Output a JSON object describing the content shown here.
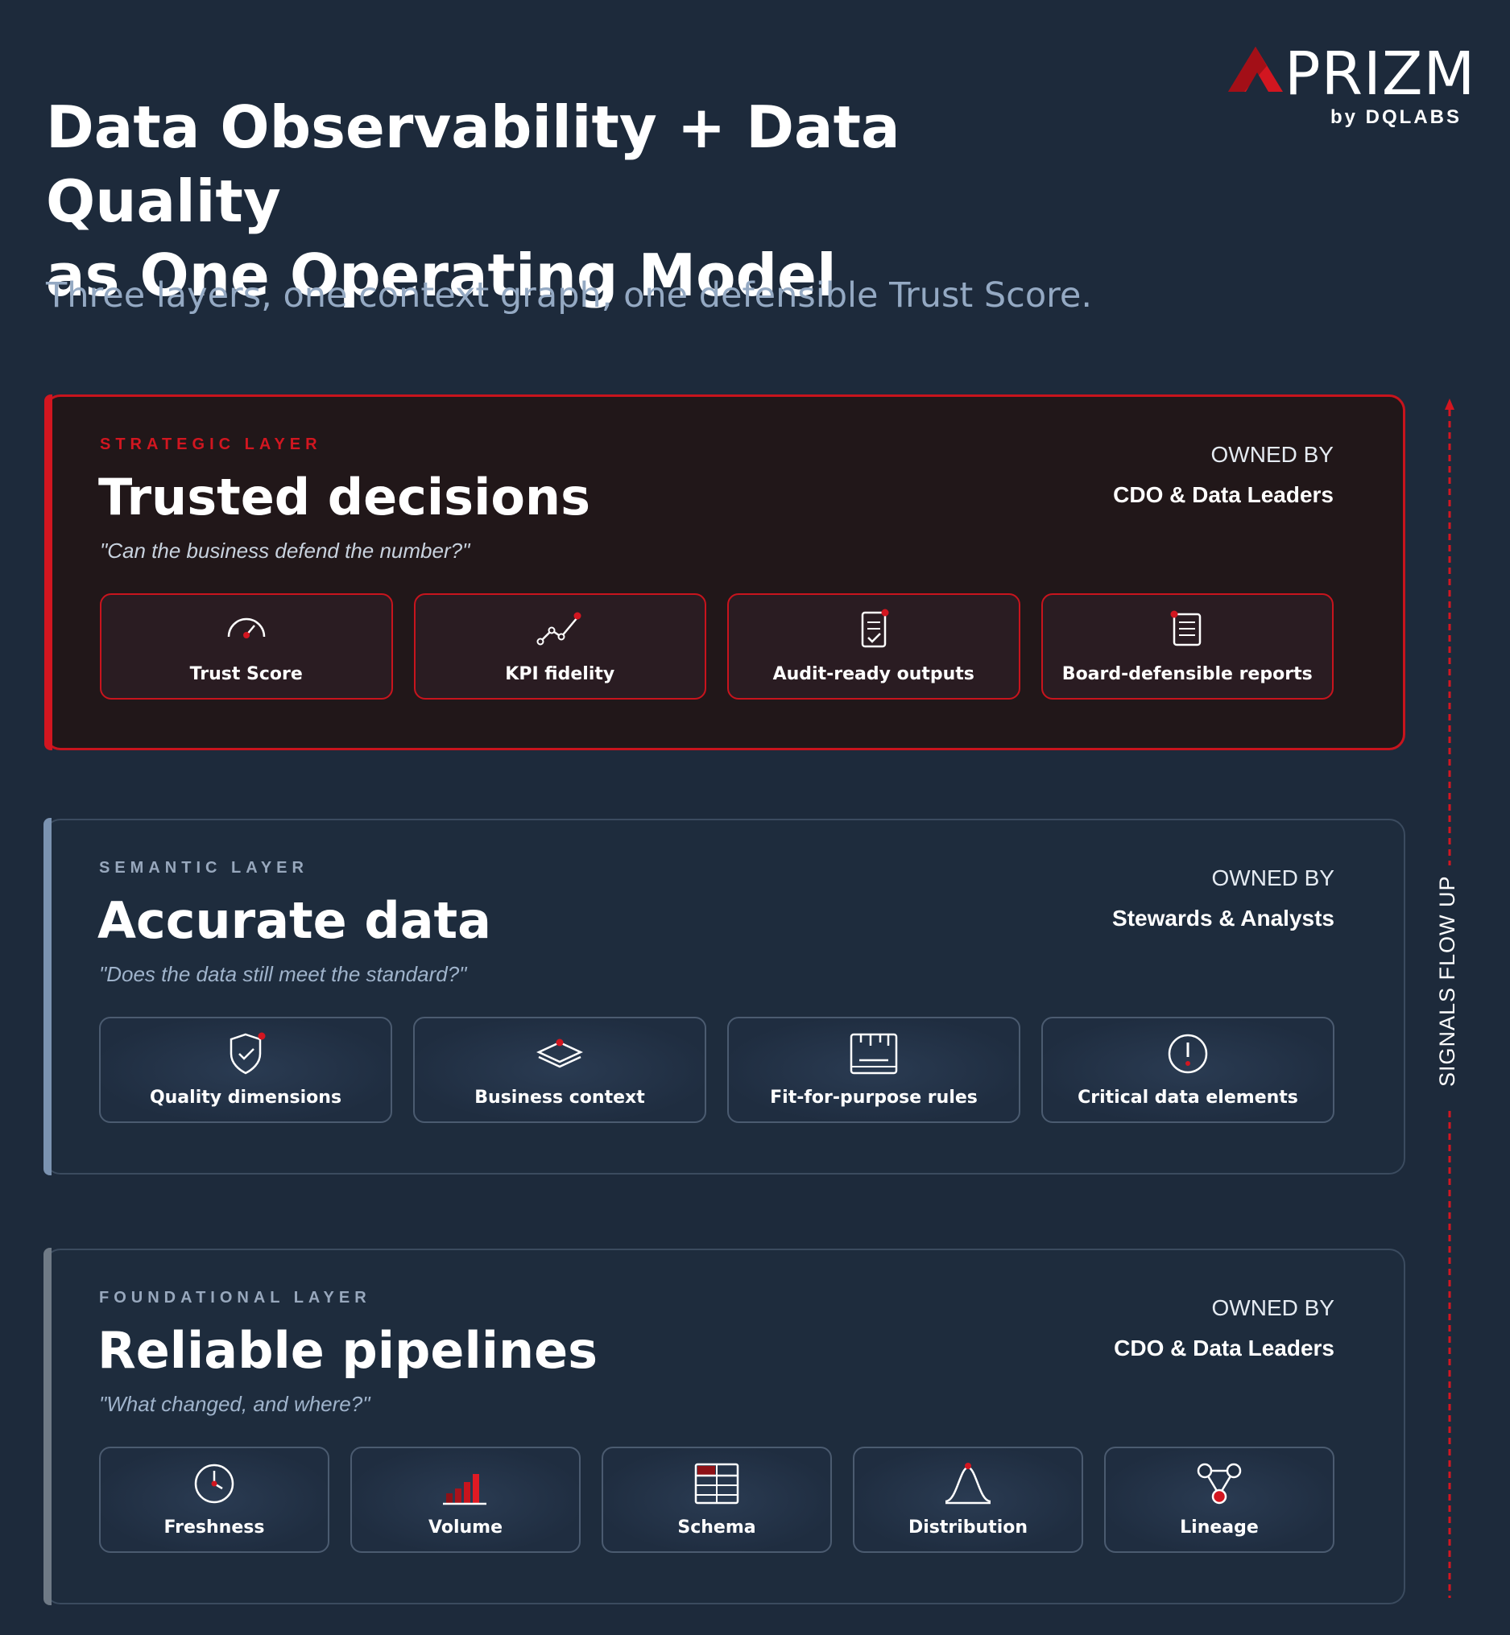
{
  "brand": {
    "name": "PRIZM",
    "byline": "by DQLABS",
    "accent": "#d21620"
  },
  "title_lines": [
    "Data Observability + Data Quality",
    "as One Operating Model"
  ],
  "subtitle": "Three layers, one context graph, one defensible Trust Score.",
  "flow_label": "SIGNALS FLOW UP",
  "layers": [
    {
      "label": "STRATEGIC LAYER",
      "title": "Trusted decisions",
      "quote": "\"Can the business defend the number?\"",
      "owned_by": "OWNED BY",
      "owner": "CDO & Data Leaders",
      "cards": [
        {
          "label": "Trust Score",
          "icon": "gauge-icon"
        },
        {
          "label": "KPI fidelity",
          "icon": "trend-line-icon"
        },
        {
          "label": "Audit-ready outputs",
          "icon": "checklist-icon"
        },
        {
          "label": "Board-defensible reports",
          "icon": "report-icon"
        }
      ]
    },
    {
      "label": "SEMANTIC LAYER",
      "title": "Accurate data",
      "quote": "\"Does the data still meet the standard?\"",
      "owned_by": "OWNED BY",
      "owner": "Stewards & Analysts",
      "cards": [
        {
          "label": "Quality dimensions",
          "icon": "shield-check-icon"
        },
        {
          "label": "Business context",
          "icon": "layers-icon"
        },
        {
          "label": "Fit-for-purpose rules",
          "icon": "ruler-icon"
        },
        {
          "label": "Critical data elements",
          "icon": "alert-circle-icon"
        }
      ]
    },
    {
      "label": "FOUNDATIONAL LAYER",
      "title": "Reliable pipelines",
      "quote": "\"What changed, and where?\"",
      "owned_by": "OWNED BY",
      "owner": "CDO & Data Leaders",
      "cards": [
        {
          "label": "Freshness",
          "icon": "clock-icon"
        },
        {
          "label": "Volume",
          "icon": "bar-chart-icon"
        },
        {
          "label": "Schema",
          "icon": "table-icon"
        },
        {
          "label": "Distribution",
          "icon": "bell-curve-icon"
        },
        {
          "label": "Lineage",
          "icon": "lineage-icon"
        }
      ]
    }
  ]
}
